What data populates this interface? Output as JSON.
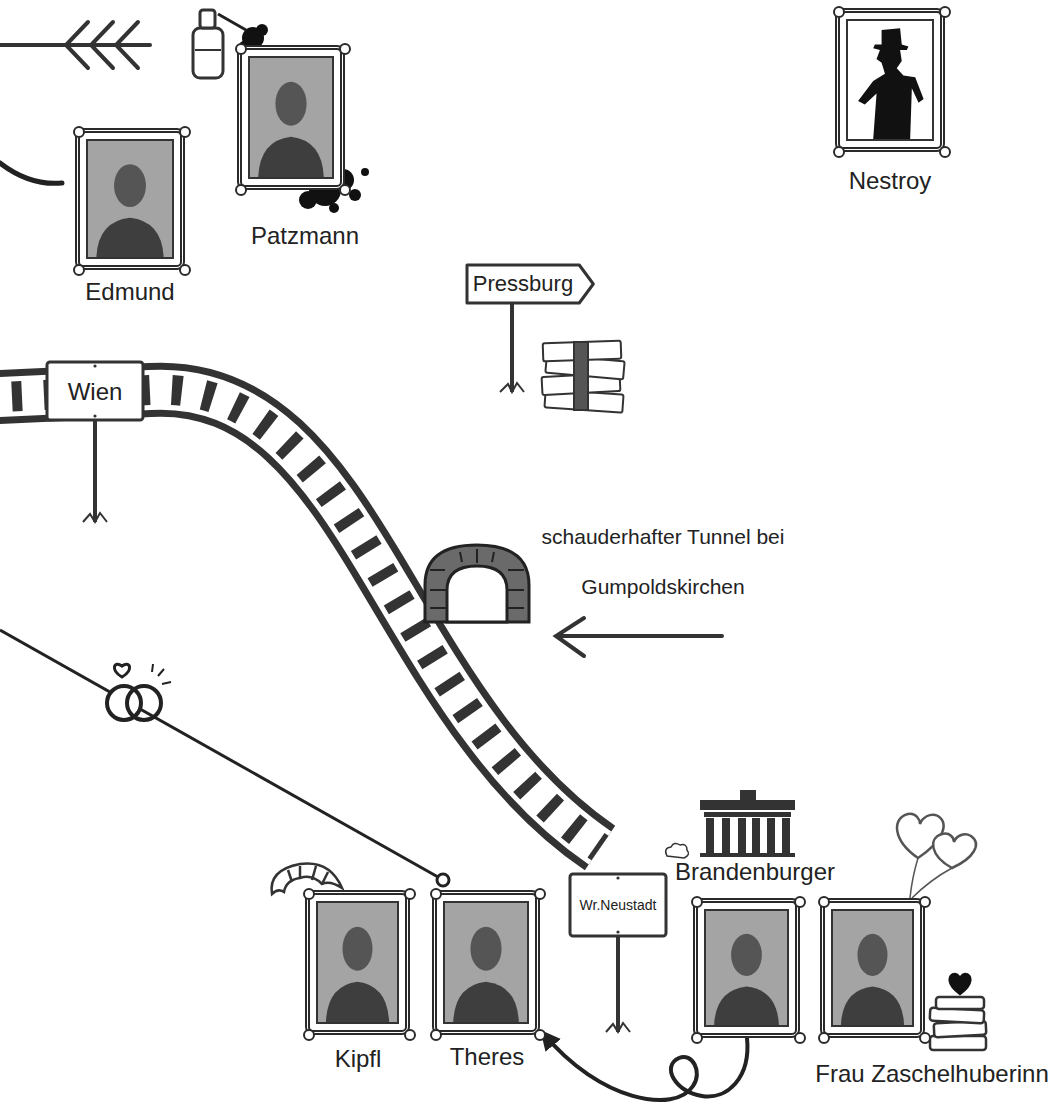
{
  "diagram": {
    "nodes": [
      {
        "text": [
          "Patzmann"
        ]
      },
      {
        "text": [
          "Nestroy"
        ]
      },
      {
        "text": [
          "Edmund"
        ]
      },
      {
        "text": [
          "Pressburg"
        ]
      },
      {
        "text": [
          "Wien"
        ]
      },
      {
        "text": [
          "Kipfl"
        ]
      },
      {
        "text": [
          "Theres"
        ]
      },
      {
        "text": [
          "Wr.Neustadt"
        ]
      },
      {
        "text": [
          "Brandenburger"
        ]
      },
      {
        "text": [
          "Frau Zaschelhuberinn"
        ]
      }
    ],
    "edges": [
      {
        "from": 8,
        "to": 6,
        "arrow": "to"
      }
    ],
    "labels": [
      "schauderhafter Tunnel bei Gumpoldskirchen"
    ]
  }
}
